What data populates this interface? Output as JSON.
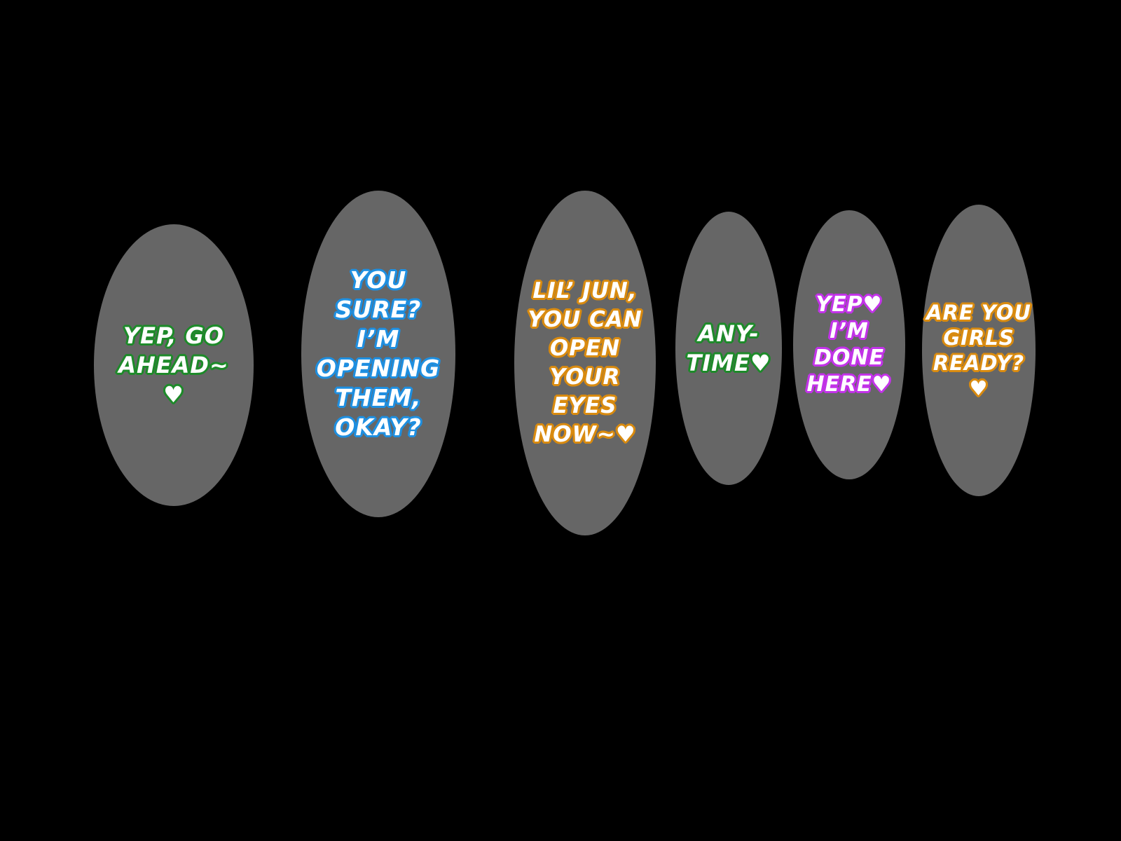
{
  "colors": {
    "background": "#000000",
    "bubble_fill": "#666666",
    "text_fill": "#ffffff",
    "outline_green": "#1e8a2a",
    "outline_blue": "#1f8fe0",
    "outline_orange": "#d98b10",
    "outline_purple": "#c233e8"
  },
  "bubbles": [
    {
      "lines": [
        "YEP, GO",
        "AHEAD~",
        "♥"
      ],
      "outline": "#1e8a2a"
    },
    {
      "lines": [
        "YOU",
        "SURE?",
        "I’M",
        "OPENING",
        "THEM,",
        "OKAY?"
      ],
      "outline": "#1f8fe0"
    },
    {
      "lines": [
        "LIL’ JUN,",
        "YOU CAN",
        "OPEN",
        "YOUR",
        "EYES",
        "NOW~♥"
      ],
      "outline": "#d98b10"
    },
    {
      "lines": [
        "ANY-",
        "TIME♥"
      ],
      "outline": "#1e8a2a"
    },
    {
      "lines": [
        "YEP♥",
        "I’M",
        "DONE",
        "HERE♥"
      ],
      "outline": "#c233e8"
    },
    {
      "lines": [
        "ARE YOU",
        "GIRLS",
        "READY?",
        "♥"
      ],
      "outline": "#d98b10"
    }
  ]
}
